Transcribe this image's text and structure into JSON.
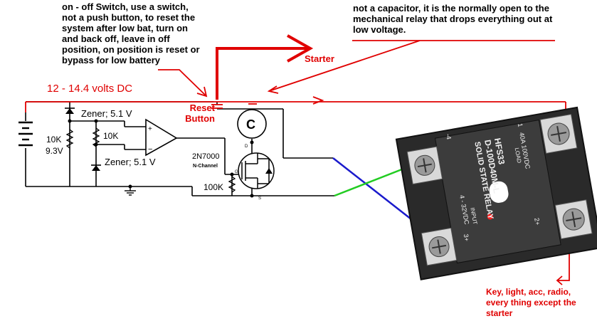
{
  "notes": {
    "switch_note": "on - off Switch, use a switch,\nnot a push button, to reset the\nsystem after low bat, turn on\nand back off, leave in off\nposition, on position is reset or\nbypass for low battery",
    "relay_note": "not a capacitor, it is the normally open to the\nmechanical relay that drops everything out at\nlow voltage.",
    "starter": "Starter",
    "supply": "12 - 14.4 volts DC",
    "reset_button": "Reset\nButton",
    "load_note": "Key, light, acc, radio,\nevery thing except the\nstarter"
  },
  "components": {
    "zener_top": "Zener; 5.1 V",
    "zener_bottom": "Zener; 5.1 V",
    "r_10k_left": "10K",
    "r_9v3": "9.3V",
    "r_10k_mid": "10K",
    "opamp_plus": "+",
    "opamp_minus": "−",
    "coil": "C",
    "mosfet": "2N7000",
    "mosfet_type": "N-Channel",
    "r_100k": "100K",
    "pin_d": "D",
    "pin_g": "G",
    "pin_s": "S"
  },
  "relay": {
    "brand": "HFS33",
    "model": "D-100D40M-L",
    "type": "SOLID STATE RELAY",
    "load_rating": "40A  100VDC",
    "load_label": "LOAD",
    "input_label": "INPUT",
    "input_rating": "4 - 32VDC",
    "t1": "1",
    "t2": "2+",
    "t3": "3+",
    "t4": "-4"
  },
  "colors": {
    "wire": "#000000",
    "annotation": "#e00000",
    "wire_blue": "#1a1acc",
    "wire_green": "#22cc22",
    "relay_body": "#2a2a2a"
  }
}
